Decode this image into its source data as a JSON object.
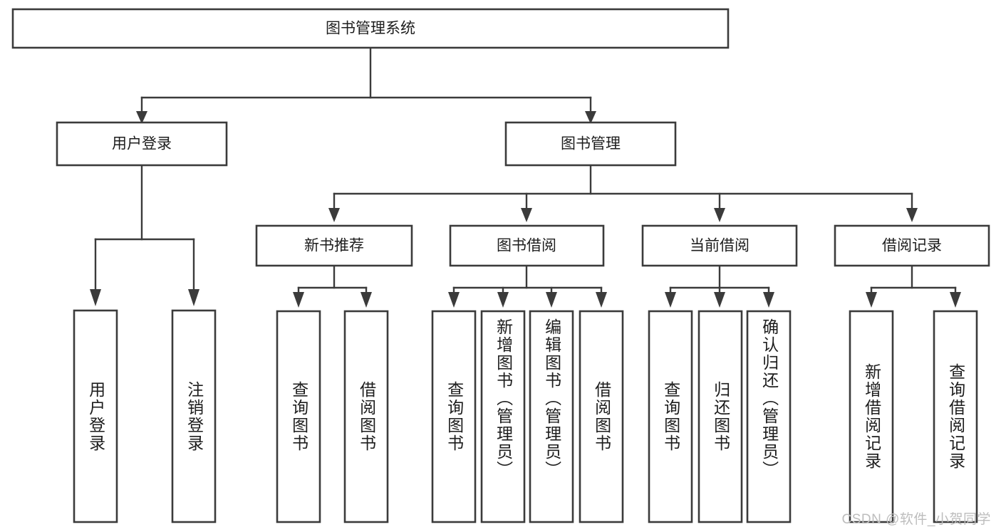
{
  "diagram": {
    "type": "tree",
    "title": "图书管理系统",
    "watermark": "CSDN @软件_小贺同学",
    "colors": {
      "stroke": "#3b3b3b",
      "fill": "#ffffff",
      "text": "#1d1d1d",
      "watermark": "#bdbdbd"
    },
    "root": {
      "label": "图书管理系统"
    },
    "level2": [
      {
        "label": "用户登录"
      },
      {
        "label": "图书管理"
      }
    ],
    "level3": [
      {
        "label": "新书推荐"
      },
      {
        "label": "图书借阅"
      },
      {
        "label": "当前借阅"
      },
      {
        "label": "借阅记录"
      }
    ],
    "leaves": {
      "user_login": [
        {
          "label": "用户登录"
        },
        {
          "label": "注销登录"
        }
      ],
      "new_book": [
        {
          "label": "查询图书"
        },
        {
          "label": "借阅图书"
        }
      ],
      "book_borrow": [
        {
          "label": "查询图书"
        },
        {
          "label": "新增图书（管理员）"
        },
        {
          "label": "编辑图书（管理员）"
        },
        {
          "label": "借阅图书"
        }
      ],
      "current_borrow": [
        {
          "label": "查询图书"
        },
        {
          "label": "归还图书"
        },
        {
          "label": "确认归还（管理员）"
        }
      ],
      "borrow_record": [
        {
          "label": "新增借阅记录"
        },
        {
          "label": "查询借阅记录"
        }
      ]
    }
  }
}
